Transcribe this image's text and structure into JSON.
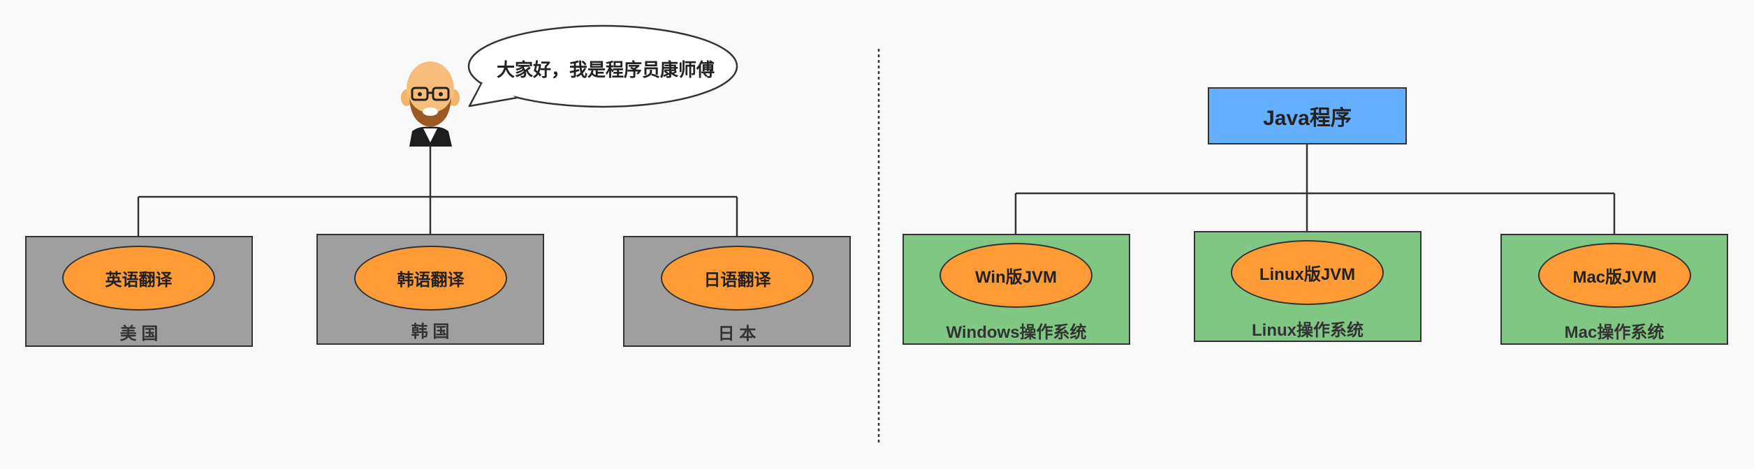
{
  "colors": {
    "country_box": "#9f9f9f",
    "os_box": "#81c784",
    "ellipse": "#ff9b35",
    "root": "#64b0ff",
    "stroke": "#333333"
  },
  "left": {
    "speaker": {
      "icon": "bald-man-with-glasses-avatar",
      "speech": "大家好，我是程序员康师傅"
    },
    "translators": [
      {
        "translator": "英语翻译",
        "country": "美 国"
      },
      {
        "translator": "韩语翻译",
        "country": "韩 国"
      },
      {
        "translator": "日语翻译",
        "country": "日 本"
      }
    ]
  },
  "right": {
    "root": "Java程序",
    "platforms": [
      {
        "jvm": "Win版JVM",
        "os": "Windows操作系统"
      },
      {
        "jvm": "Linux版JVM",
        "os": "Linux操作系统"
      },
      {
        "jvm": "Mac版JVM",
        "os": "Mac操作系统"
      }
    ]
  }
}
